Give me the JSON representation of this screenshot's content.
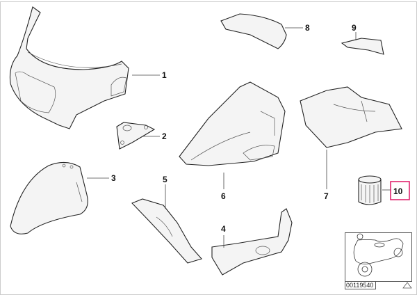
{
  "diagram": {
    "callouts": [
      "1",
      "2",
      "3",
      "4",
      "5",
      "6",
      "7",
      "8",
      "9",
      "10"
    ],
    "highlighted_callout": "10",
    "highlight_color": "#e0246e",
    "diagram_code": "00119540",
    "inset_icon": "warning-triangle-icon"
  }
}
